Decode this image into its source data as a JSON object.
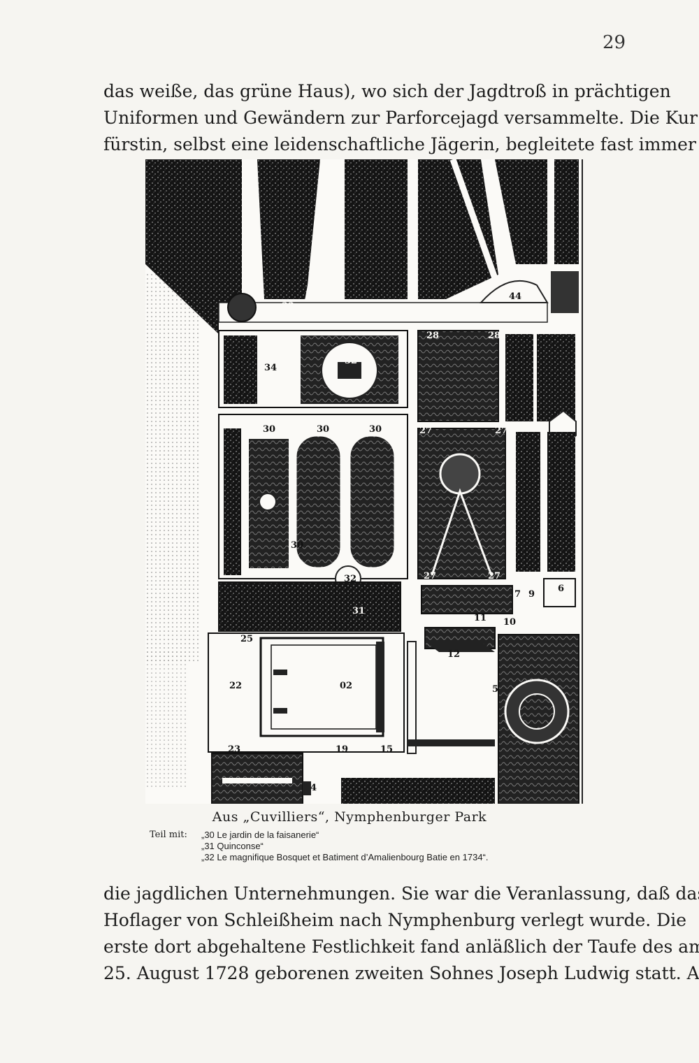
{
  "page_number": "29",
  "top_paragraph": [
    "das weiße, das grüne Haus), wo sich der Jagdtroß in prächtigen",
    "Uniformen und Gewändern zur Parforcejagd versammelte. Die Kur=",
    "fürstin, selbst eine leidenschaftliche Jägerin, begleitete fast immer"
  ],
  "figure": {
    "labels": {
      "n37": "37",
      "n44": "44",
      "n33": "33",
      "n34": "34",
      "n32a": "32",
      "n32b": "32",
      "n30a": "30",
      "n30b": "30",
      "n30c": "30",
      "n30d": "30",
      "n31": "31",
      "n28a": "28",
      "n28b": "28",
      "n27a": "27",
      "n27b": "27",
      "n27c": "27",
      "n27d": "27",
      "n6": "6",
      "n7": "7",
      "n9": "9",
      "n10": "10",
      "n11": "11",
      "n12": "12",
      "n5": "5",
      "n22": "22",
      "n02": "02",
      "n23": "23",
      "n19": "19",
      "n15": "15",
      "n25": "25",
      "n4": "4"
    }
  },
  "caption": {
    "title": "Aus „Cuvilliers“, Nymphenburger Park",
    "label": "Teil mit:",
    "notes": [
      "„30 Le jardin de la faisanerie“",
      "„31 Quinconse“",
      "„32 Le magnifique Bosquet et Batiment d’Amalienbourg Batie en 1734“."
    ]
  },
  "bottom_paragraph": [
    "die jagdlichen Unternehmungen. Sie war die Veranlassung, daß das",
    "Hoflager von Schleißheim nach Nymphenburg verlegt wurde. Die",
    "erste dort abgehaltene Festlichkeit fand anläßlich der Taufe des am",
    "25. August 1728 geborenen zweiten Sohnes Joseph Ludwig statt. Am"
  ]
}
